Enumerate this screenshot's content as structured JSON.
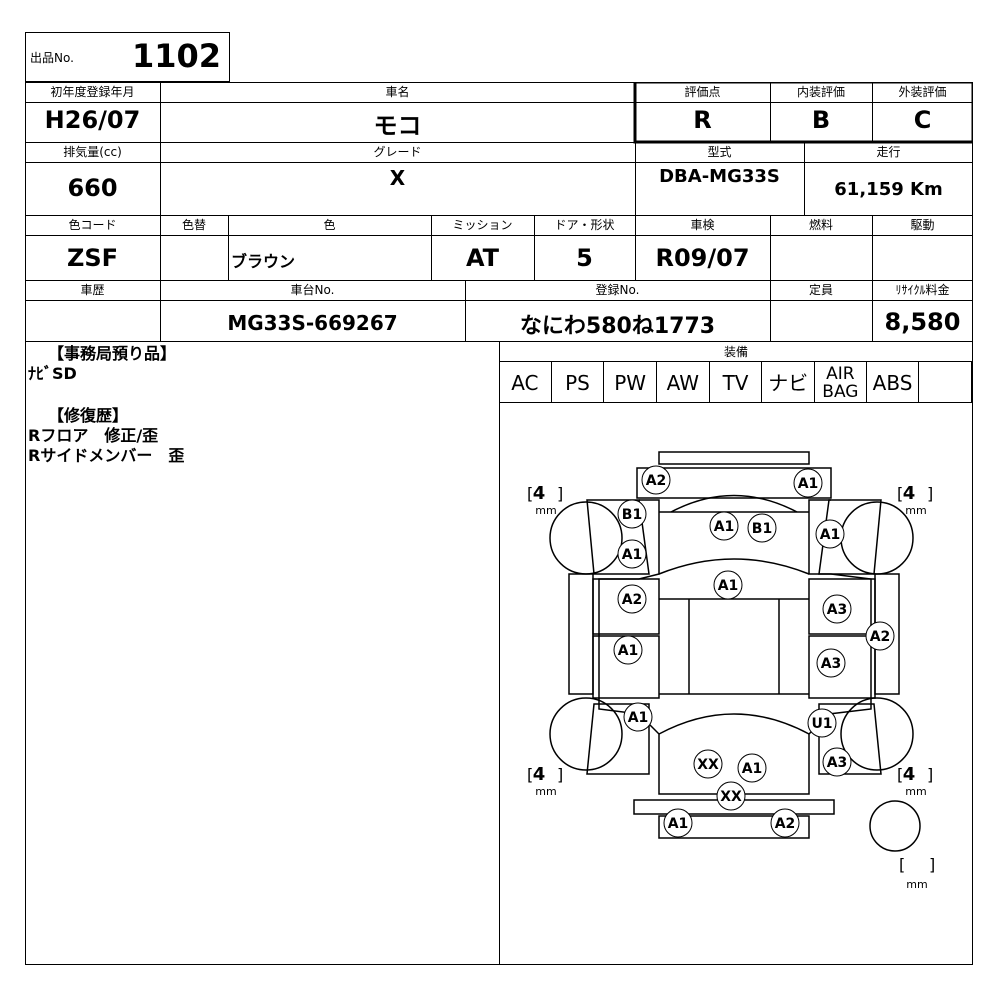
{
  "lot": {
    "label": "出品No.",
    "value": "1102"
  },
  "row1": {
    "year_label": "初年度登録年月",
    "year": "H26/07",
    "name_label": "車名",
    "name": "モコ",
    "score_label": "評価点",
    "score": "R",
    "interior_label": "内装評価",
    "interior": "B",
    "exterior_label": "外装評価",
    "exterior": "C"
  },
  "row2": {
    "cc_label": "排気量(cc)",
    "cc": "660",
    "grade_label": "グレード",
    "grade": "X",
    "model_label": "型式",
    "model": "DBA-MG33S",
    "mileage_label": "走行",
    "mileage": "61,159 Km"
  },
  "row3": {
    "color_code_label": "色コード",
    "color_code": "ZSF",
    "repaint_label": "色替",
    "repaint": "",
    "color_label": "色",
    "color": "ブラウン",
    "mission_label": "ミッション",
    "mission": "AT",
    "door_label": "ドア・形状",
    "door": "5",
    "inspection_label": "車検",
    "inspection": "R09/07",
    "fuel_label": "燃料",
    "fuel": "",
    "drive_label": "駆動",
    "drive": ""
  },
  "row4": {
    "history_label": "車歴",
    "history": "",
    "chassis_label": "車台No.",
    "chassis": "MG33S-669267",
    "reg_label": "登録No.",
    "reg": "なにわ580ね1773",
    "capacity_label": "定員",
    "capacity": "",
    "recycle_label": "ﾘｻｲｸﾙ料金",
    "recycle": "8,580"
  },
  "notes": {
    "office_title": "【事務局預り品】",
    "office_items": [
      "ﾅﾋﾞSD"
    ],
    "repair_title": "【修復歴】",
    "repair_items": [
      "Rフロア　修正/歪",
      "Rサイドメンバー　歪"
    ]
  },
  "equipment": {
    "label": "装備",
    "items": [
      "AC",
      "PS",
      "PW",
      "AW",
      "TV",
      "ナビ",
      "AIR BAG",
      "ABS",
      ""
    ]
  },
  "diagram": {
    "tire_front_left": "4",
    "tire_front_right": "4",
    "tire_rear_left": "4",
    "tire_rear_right": "4",
    "spare": "",
    "unit": "mm",
    "marks": [
      "A2",
      "A1",
      "B1",
      "A1",
      "B1",
      "A1",
      "A1",
      "A1",
      "A2",
      "A3",
      "A2",
      "A1",
      "A3",
      "A1",
      "U1",
      "XX",
      "A1",
      "A3",
      "XX",
      "A1",
      "A2"
    ]
  }
}
